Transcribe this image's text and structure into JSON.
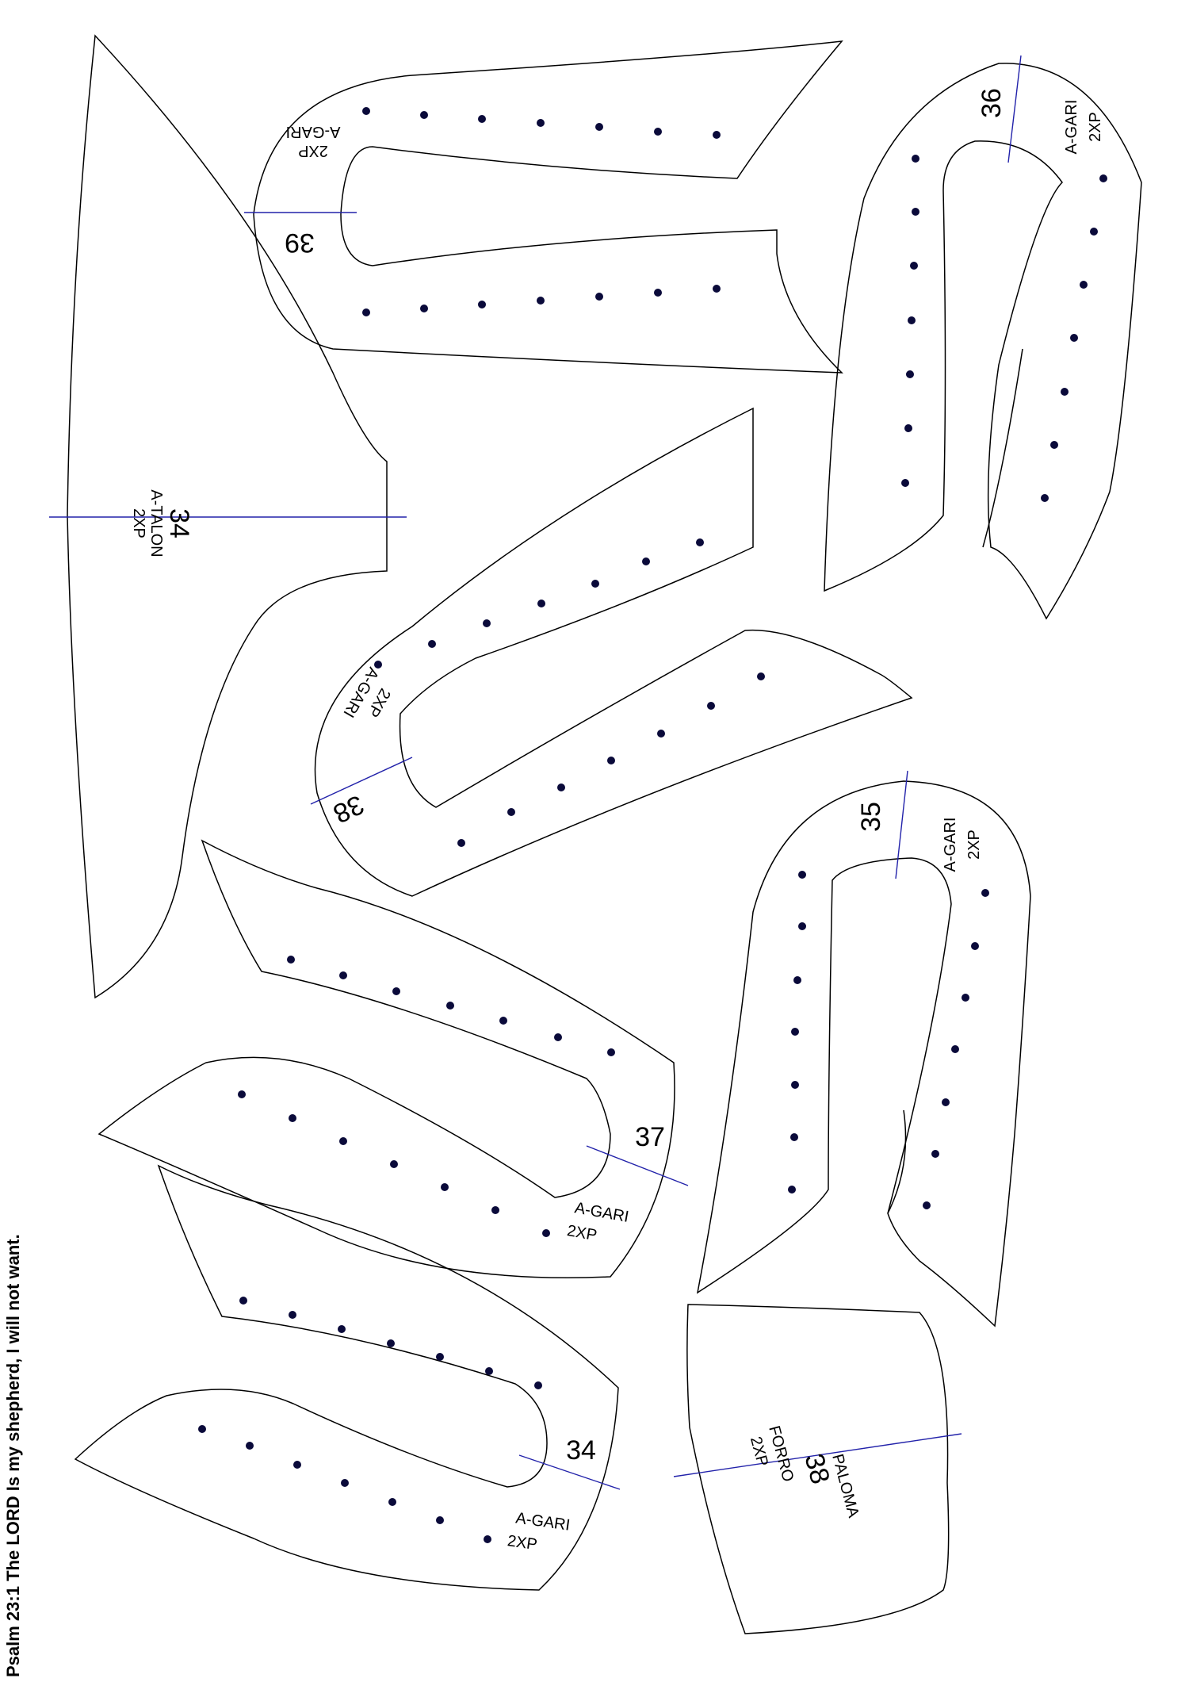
{
  "verse": "Psalm 23:1 The LORD Is my shepherd, I will not want.",
  "pieces": [
    {
      "id": "talon-34",
      "size": "34",
      "name": "A-TALON",
      "qty": "2XP"
    },
    {
      "id": "gari-39",
      "size": "39",
      "name": "A-GARI",
      "qty": "2XP"
    },
    {
      "id": "gari-36",
      "size": "36",
      "name": "A-GARI",
      "qty": "2XP"
    },
    {
      "id": "gari-38",
      "size": "38",
      "name": "A-GARI",
      "qty": "2XP"
    },
    {
      "id": "gari-35",
      "size": "35",
      "name": "A-GARI",
      "qty": "2XP"
    },
    {
      "id": "gari-37",
      "size": "37",
      "name": "A-GARI",
      "qty": "2XP"
    },
    {
      "id": "gari-34",
      "size": "34",
      "name": "A-GARI",
      "qty": "2XP"
    },
    {
      "id": "forro-38",
      "size": "38",
      "name1": "FORRO",
      "name2": "PALOMA",
      "qty": "2XP"
    }
  ],
  "colors": {
    "outline": "#000000",
    "cut_line": "#2222aa",
    "punch_dot": "#0a0a3a"
  }
}
